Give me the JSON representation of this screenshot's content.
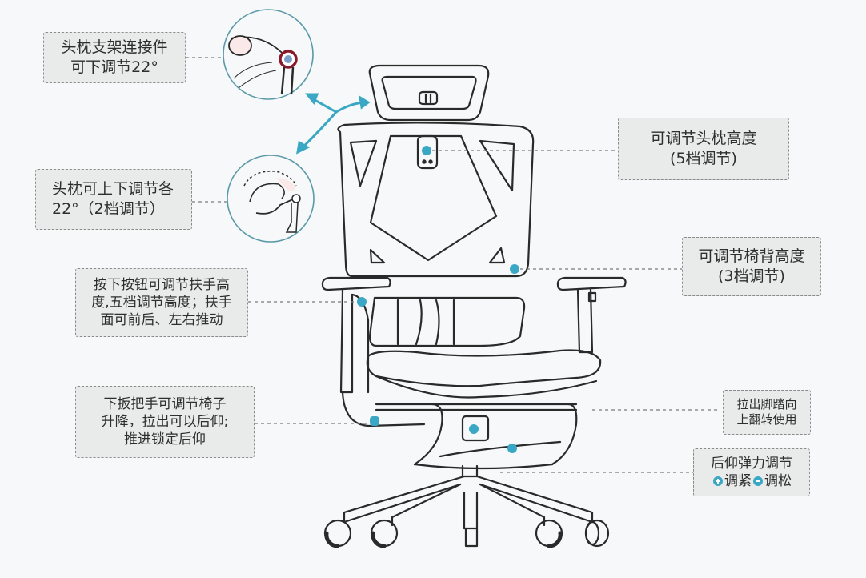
{
  "diagram": {
    "subject": "ergonomic office chair adjustment features",
    "accent_color": "#3aa8c4",
    "line_color": "#2a2a2a",
    "label_bg": "#e9eaea",
    "callouts": [
      {
        "id": "headrest-bracket",
        "lines": [
          "头枕支架连接件",
          "可下调节22°"
        ]
      },
      {
        "id": "headrest-tilt",
        "lines": [
          "头枕可上下调节各",
          "22°（2档调节）"
        ]
      },
      {
        "id": "armrest",
        "lines": [
          "按下按钮可调节扶手高",
          "度,五档调节高度；扶手",
          "面可前后、左右推动"
        ]
      },
      {
        "id": "lift-recline",
        "lines": [
          "下扳把手可调节椅子",
          "升降，拉出可以后仰;",
          "推进锁定后仰"
        ]
      },
      {
        "id": "headrest-height",
        "lines": [
          "可调节头枕高度",
          "(5档调节)"
        ]
      },
      {
        "id": "backrest-height",
        "lines": [
          "可调节椅背高度",
          "(3档调节)"
        ]
      },
      {
        "id": "footrest",
        "lines": [
          "拉出脚踏向",
          "上翻转使用"
        ]
      },
      {
        "id": "tension",
        "lines": [
          "后仰弹力调节"
        ],
        "legend": [
          {
            "icon": "plus-dot-icon",
            "label": "调紧"
          },
          {
            "icon": "minus-dot-icon",
            "label": "调松"
          }
        ]
      }
    ]
  }
}
